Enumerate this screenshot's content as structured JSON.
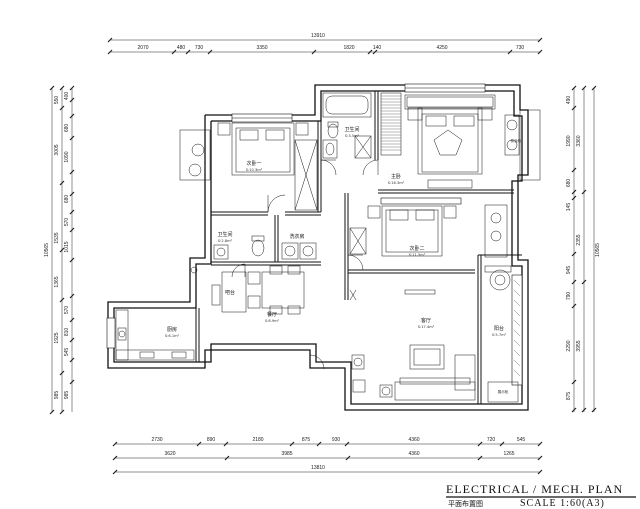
{
  "dims": {
    "top_total": "13910",
    "top": [
      "2070",
      "480",
      "730",
      "3350",
      "1820",
      "140",
      "4250",
      "730"
    ],
    "bottom_row1": [
      "2730",
      "890",
      "2180",
      "875",
      "930",
      "4360",
      "720",
      "545"
    ],
    "bottom_row2": [
      "3620",
      "3985",
      "4360",
      "1265"
    ],
    "bottom_total": "13810",
    "left_total": "10565",
    "left_a": [
      "550",
      "400",
      "680",
      "3005",
      "1090",
      "680",
      "1535",
      "1015",
      "570",
      "1365",
      "1925",
      "570",
      "810",
      "545",
      "985",
      "985"
    ],
    "right_total": "10565",
    "right_a": [
      "490",
      "1990",
      "3360",
      "680",
      "145",
      "2355",
      "945",
      "790",
      "2290",
      "3955",
      "875"
    ]
  },
  "rooms": {
    "bedroom1": {
      "name": "次卧一",
      "area": "S:10.3m²"
    },
    "bath1": {
      "name": "卫生间",
      "area": "S:3.5m²"
    },
    "master": {
      "name": "主卧",
      "area": "S:16.3m²"
    },
    "bath2": {
      "name": "卫生间",
      "area": "S:2.8m²"
    },
    "laundry": {
      "name": "洗衣房"
    },
    "bedroom2": {
      "name": "次卧二",
      "area": "S:11.5m²"
    },
    "bar": {
      "name": "吧台"
    },
    "dining": {
      "name": "餐厅",
      "area": "S:8.9m²"
    },
    "kitchen": {
      "name": "厨房",
      "area": "S:6.1m²"
    },
    "living": {
      "name": "客厅",
      "area": "S:17.4m²"
    },
    "balcony": {
      "name": "阳台",
      "area": "S:5.7m²"
    },
    "dresser": {
      "name": "梳妆柜"
    },
    "shelf": {
      "name": "展示柜"
    }
  },
  "title_block": {
    "title": "ELECTRICAL / MECH. PLAN",
    "subtitle": "平面布置图",
    "scale": "SCALE 1:60(A3)"
  }
}
